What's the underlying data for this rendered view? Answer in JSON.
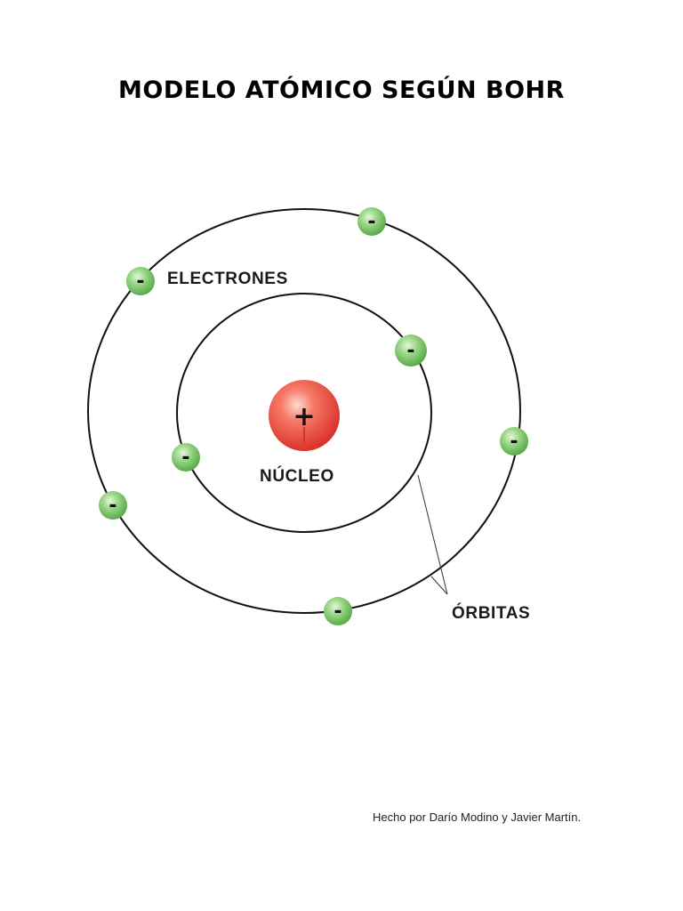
{
  "title": "MODELO ATÓMICO SEGÚN BOHR",
  "diagram": {
    "nucleus": {
      "symbol": "+",
      "label": "NÚCLEO"
    },
    "electron_symbol": "-",
    "electrons_label": "ELECTRONES",
    "orbits_label": "ÓRBITAS",
    "colors": {
      "nucleus": "#e8453a",
      "electron": "#7cc96a",
      "orbit": "#111111"
    }
  },
  "credit": "Hecho por Darío Modino y Javier Martín."
}
